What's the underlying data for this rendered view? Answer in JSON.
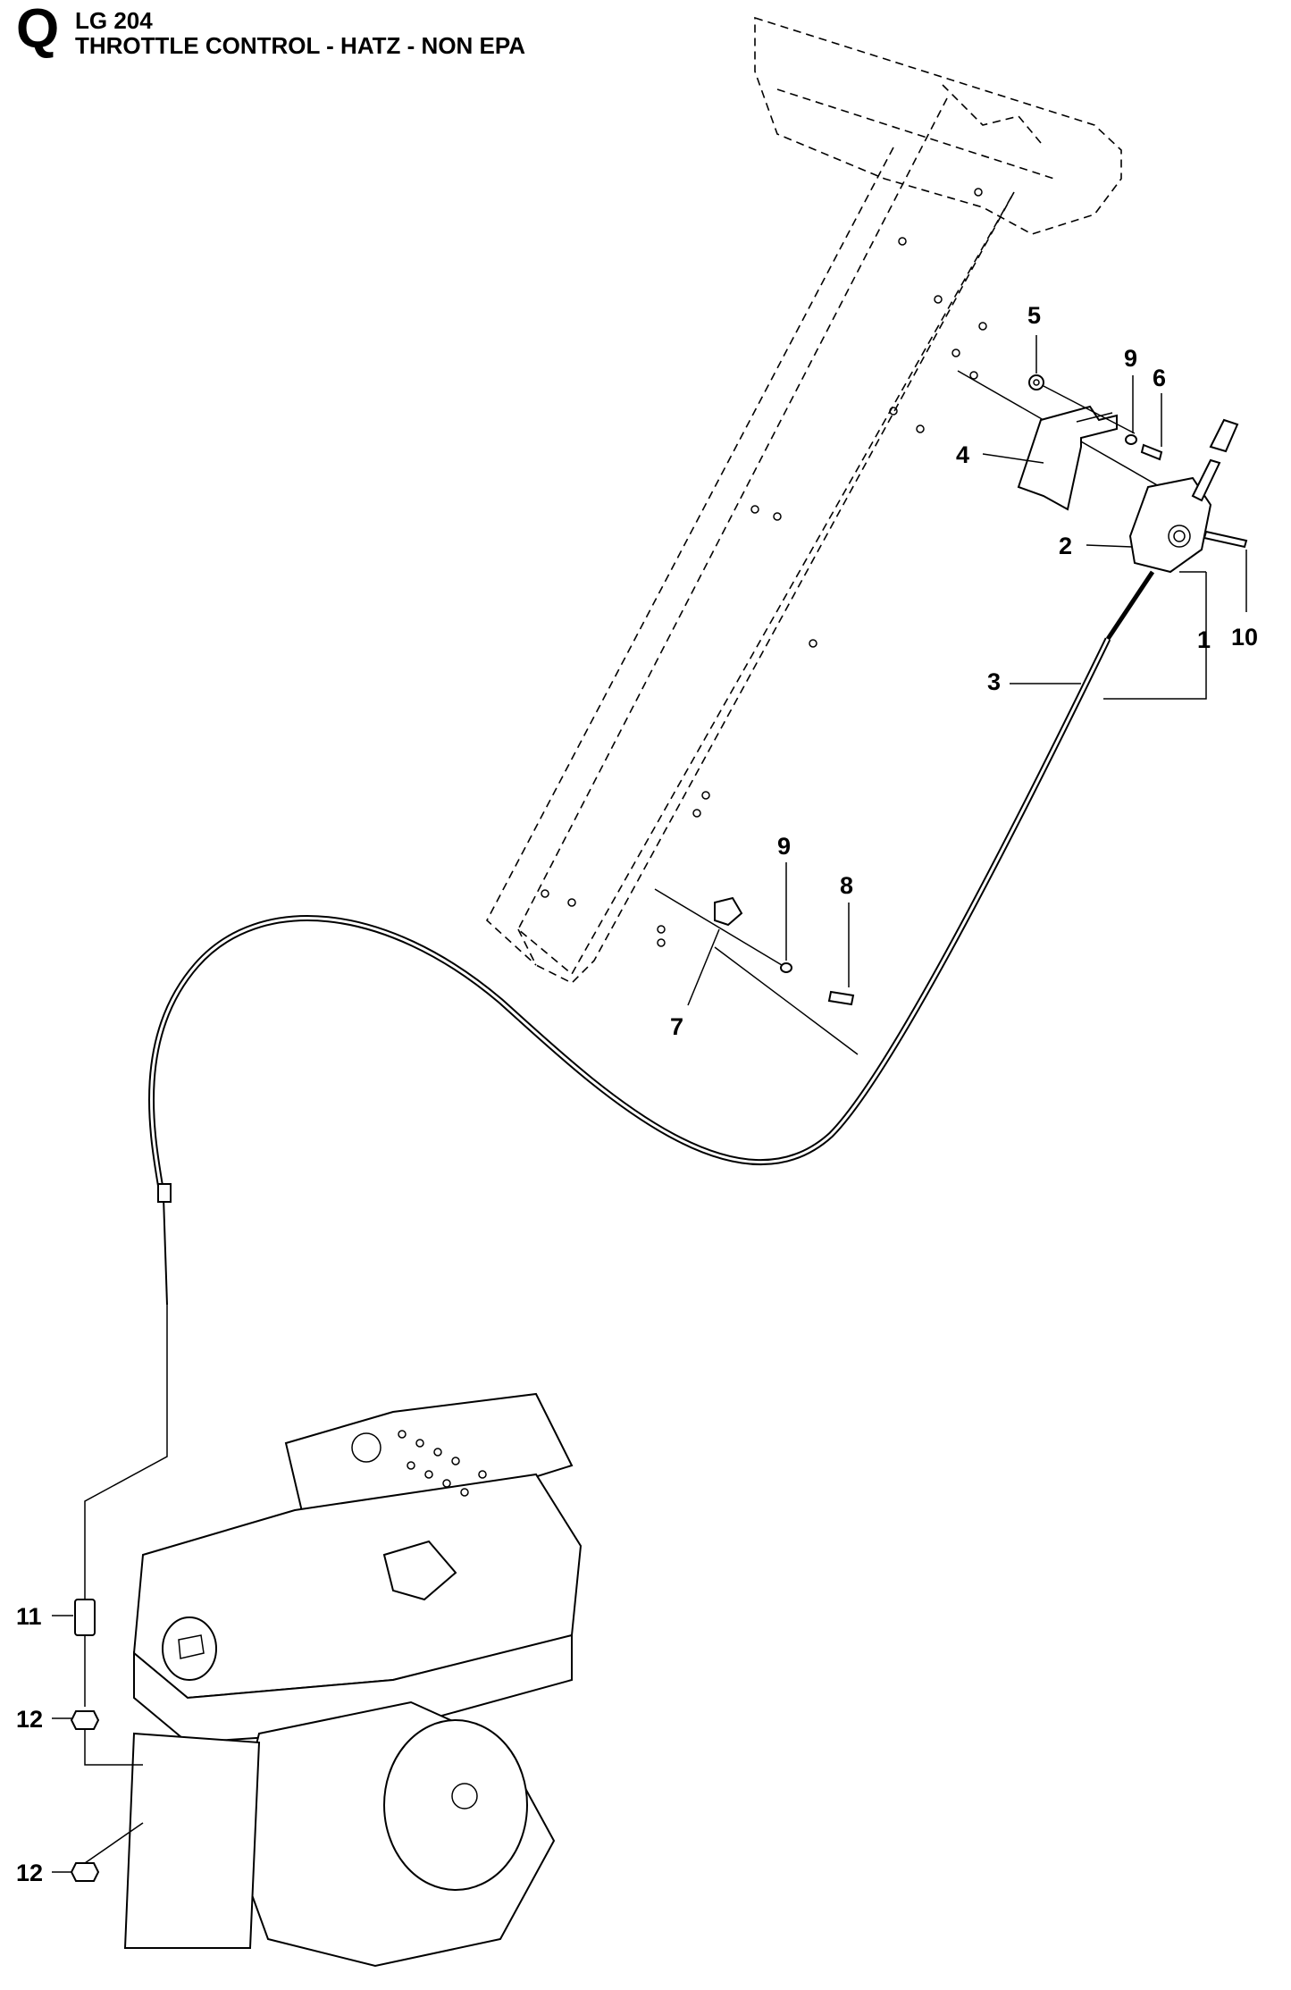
{
  "header": {
    "section_letter": "Q",
    "model": "LG 204",
    "title": "THROTTLE CONTROL - HATZ - NON EPA"
  },
  "callouts": {
    "c1": "1",
    "c2": "2",
    "c3": "3",
    "c4": "4",
    "c5": "5",
    "c6": "6",
    "c7": "7",
    "c8": "8",
    "c9a": "9",
    "c9b": "9",
    "c10": "10",
    "c11": "11",
    "c12a": "12",
    "c12b": "12"
  }
}
